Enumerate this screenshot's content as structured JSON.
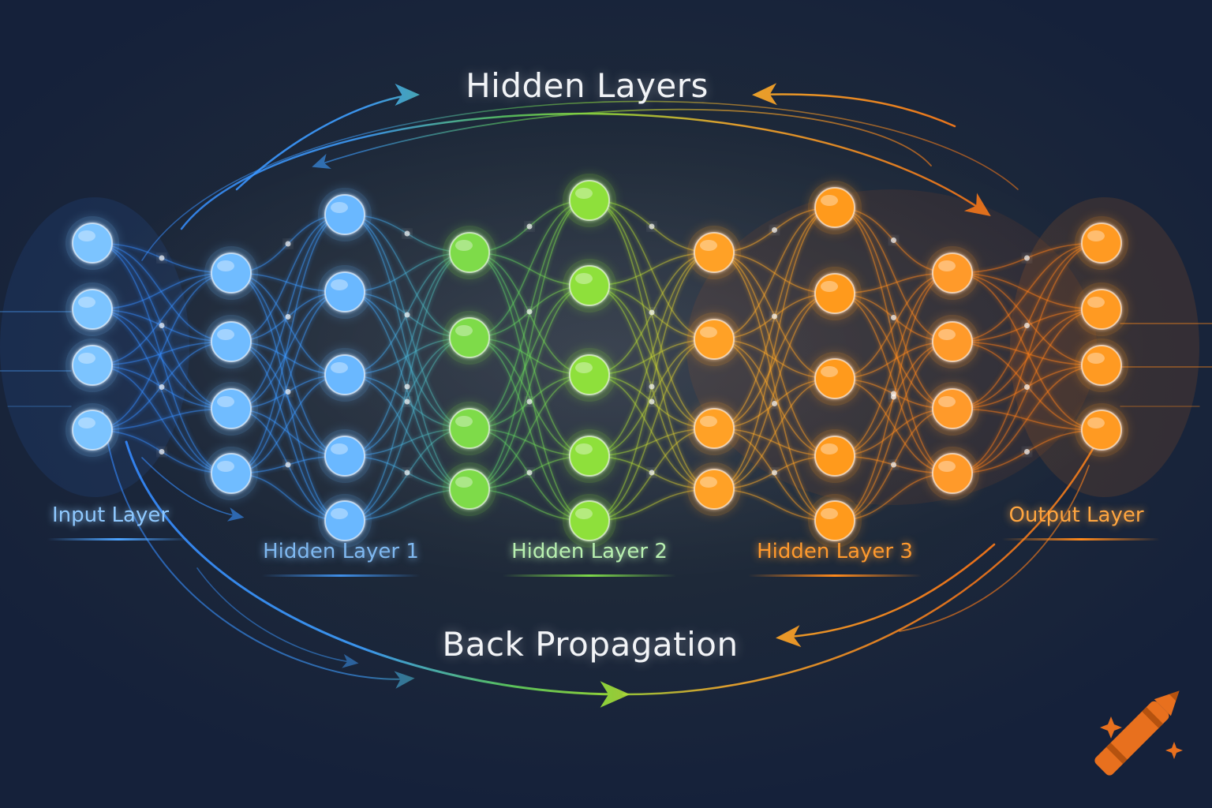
{
  "title": "Hidden Layers",
  "bottom_label": "Back Propagation",
  "colors": {
    "background": "#1c2636",
    "blue": "#4da3ff",
    "green": "#8ee03a",
    "orange": "#ff8a1c",
    "text": "#f2f4f7"
  },
  "layers": [
    {
      "label": "Input Layer",
      "neurons": 4,
      "color": "#7cc4ff",
      "label_color": "#8fc9ff"
    },
    {
      "label": "Hidden Layer 1",
      "neurons": 4,
      "color": "#6fbcff",
      "label_color": "#7fb8f0"
    },
    {
      "label": "",
      "neurons": 5,
      "color": "#6ab8ff",
      "label_color": ""
    },
    {
      "label": "",
      "neurons": 4,
      "color": "#7edb4a",
      "label_color": ""
    },
    {
      "label": "Hidden Layer 2",
      "neurons": 5,
      "color": "#8ee03a",
      "label_color": "#b8f0b0"
    },
    {
      "label": "",
      "neurons": 4,
      "color": "#ffa126",
      "label_color": ""
    },
    {
      "label": "Hidden Layer 3",
      "neurons": 5,
      "color": "#ff9a1f",
      "label_color": "#ff9a2e"
    },
    {
      "label": "",
      "neurons": 4,
      "color": "#ff9a2a",
      "label_color": ""
    },
    {
      "label": "Output Layer",
      "neurons": 4,
      "color": "#ff9a24",
      "label_color": "#ffa640"
    }
  ],
  "logo": {
    "name": "crayon-logo-icon",
    "color": "#e8701e"
  }
}
